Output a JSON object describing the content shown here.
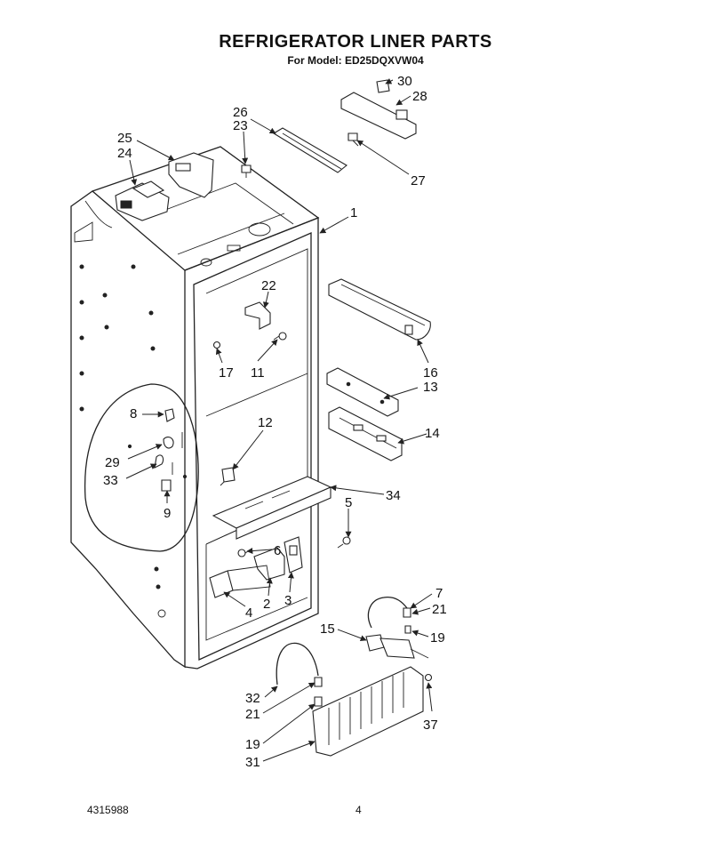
{
  "title": "REFRIGERATOR LINER PARTS",
  "subtitle": "For Model: ED25DQXVW04",
  "footer": {
    "doc_number": "4315988",
    "page_number": "4"
  },
  "callouts": [
    {
      "id": "c30",
      "label": "30"
    },
    {
      "id": "c28",
      "label": "28"
    },
    {
      "id": "c26",
      "label": "26"
    },
    {
      "id": "c23",
      "label": "23"
    },
    {
      "id": "c27",
      "label": "27"
    },
    {
      "id": "c25",
      "label": "25"
    },
    {
      "id": "c24",
      "label": "24"
    },
    {
      "id": "c1",
      "label": "1"
    },
    {
      "id": "c22",
      "label": "22"
    },
    {
      "id": "c17",
      "label": "17"
    },
    {
      "id": "c11",
      "label": "11"
    },
    {
      "id": "c16",
      "label": "16"
    },
    {
      "id": "c13",
      "label": "13"
    },
    {
      "id": "c14",
      "label": "14"
    },
    {
      "id": "c8",
      "label": "8"
    },
    {
      "id": "c12",
      "label": "12"
    },
    {
      "id": "c29",
      "label": "29"
    },
    {
      "id": "c33",
      "label": "33"
    },
    {
      "id": "c9",
      "label": "9"
    },
    {
      "id": "c34",
      "label": "34"
    },
    {
      "id": "c5",
      "label": "5"
    },
    {
      "id": "c6",
      "label": "6"
    },
    {
      "id": "c2",
      "label": "2"
    },
    {
      "id": "c3",
      "label": "3"
    },
    {
      "id": "c4",
      "label": "4"
    },
    {
      "id": "c7",
      "label": "7"
    },
    {
      "id": "c21a",
      "label": "21"
    },
    {
      "id": "c15",
      "label": "15"
    },
    {
      "id": "c19a",
      "label": "19"
    },
    {
      "id": "c32",
      "label": "32"
    },
    {
      "id": "c21b",
      "label": "21"
    },
    {
      "id": "c37",
      "label": "37"
    },
    {
      "id": "c19b",
      "label": "19"
    },
    {
      "id": "c31",
      "label": "31"
    }
  ]
}
